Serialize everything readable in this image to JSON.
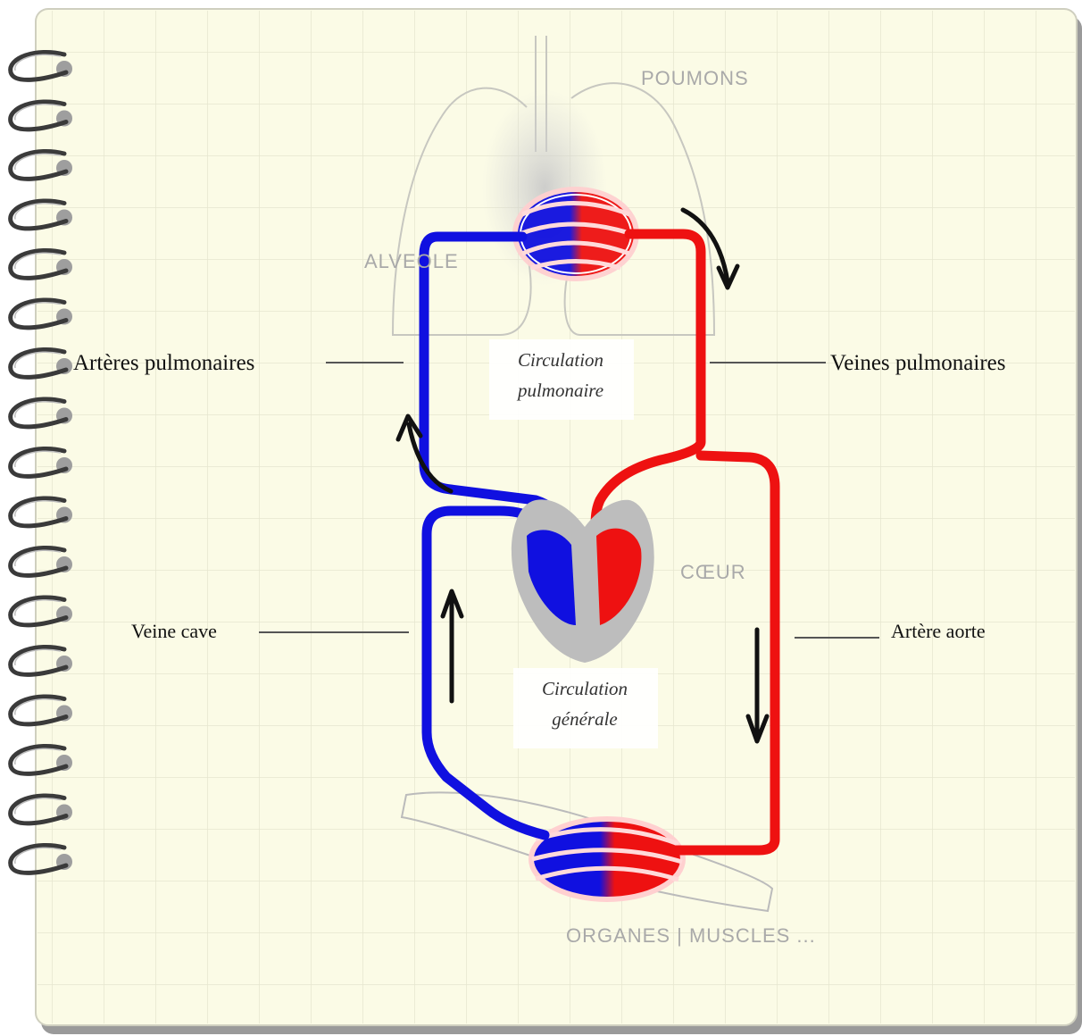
{
  "labels": {
    "poumons": "POUMONS",
    "alveole": "ALVEOLE",
    "coeur": "CŒUR",
    "organes": "ORGANES | MUSCLES ...",
    "arteres_pulmonaires": "Artères pulmonaires",
    "veines_pulmonaires": "Veines pulmonaires",
    "veine_cave": "Veine cave",
    "artere_aorte": "Artère aorte",
    "circulation_pulmonaire_1": "Circulation",
    "circulation_pulmonaire_2": "pulmonaire",
    "circulation_generale_1": "Circulation",
    "circulation_generale_2": "générale"
  },
  "colors": {
    "paper": "#fbfbe6",
    "grid": "#e6e6cf",
    "oxygen_poor": "#1010e0",
    "oxygen_rich": "#ee1111",
    "arrow": "#111111",
    "heart_wall": "#bdbdbd",
    "organ_outline": "#bbbbbb"
  },
  "icons": {
    "binding": "spiral-ring-icon",
    "flow_arrow": "flow-arrow-icon"
  }
}
